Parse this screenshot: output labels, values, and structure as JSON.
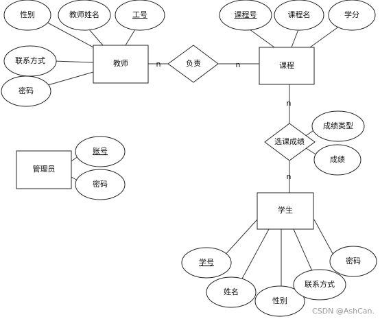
{
  "entities": {
    "teacher": "教师",
    "course": "课程",
    "admin": "管理员",
    "student": "学生"
  },
  "relationships": {
    "responsible": "负责",
    "select_course": "选课成绩"
  },
  "attributes": {
    "t_gender": "性别",
    "t_name": "教师姓名",
    "t_id": "工号",
    "t_contact": "联系方式",
    "t_password": "密码",
    "c_id": "课程号",
    "c_name": "课程名",
    "c_credit": "学分",
    "sel_type": "成绩类型",
    "sel_score": "成绩",
    "a_account": "账号",
    "a_password": "密码",
    "s_id": "学号",
    "s_name": "姓名",
    "s_gender": "性别",
    "s_contact": "联系方式",
    "s_password": "密码"
  },
  "cardinality": {
    "teacher_resp": "n",
    "resp_course": "n",
    "course_select": "n",
    "select_student": "n"
  },
  "watermark": "CSDN @AshCan."
}
